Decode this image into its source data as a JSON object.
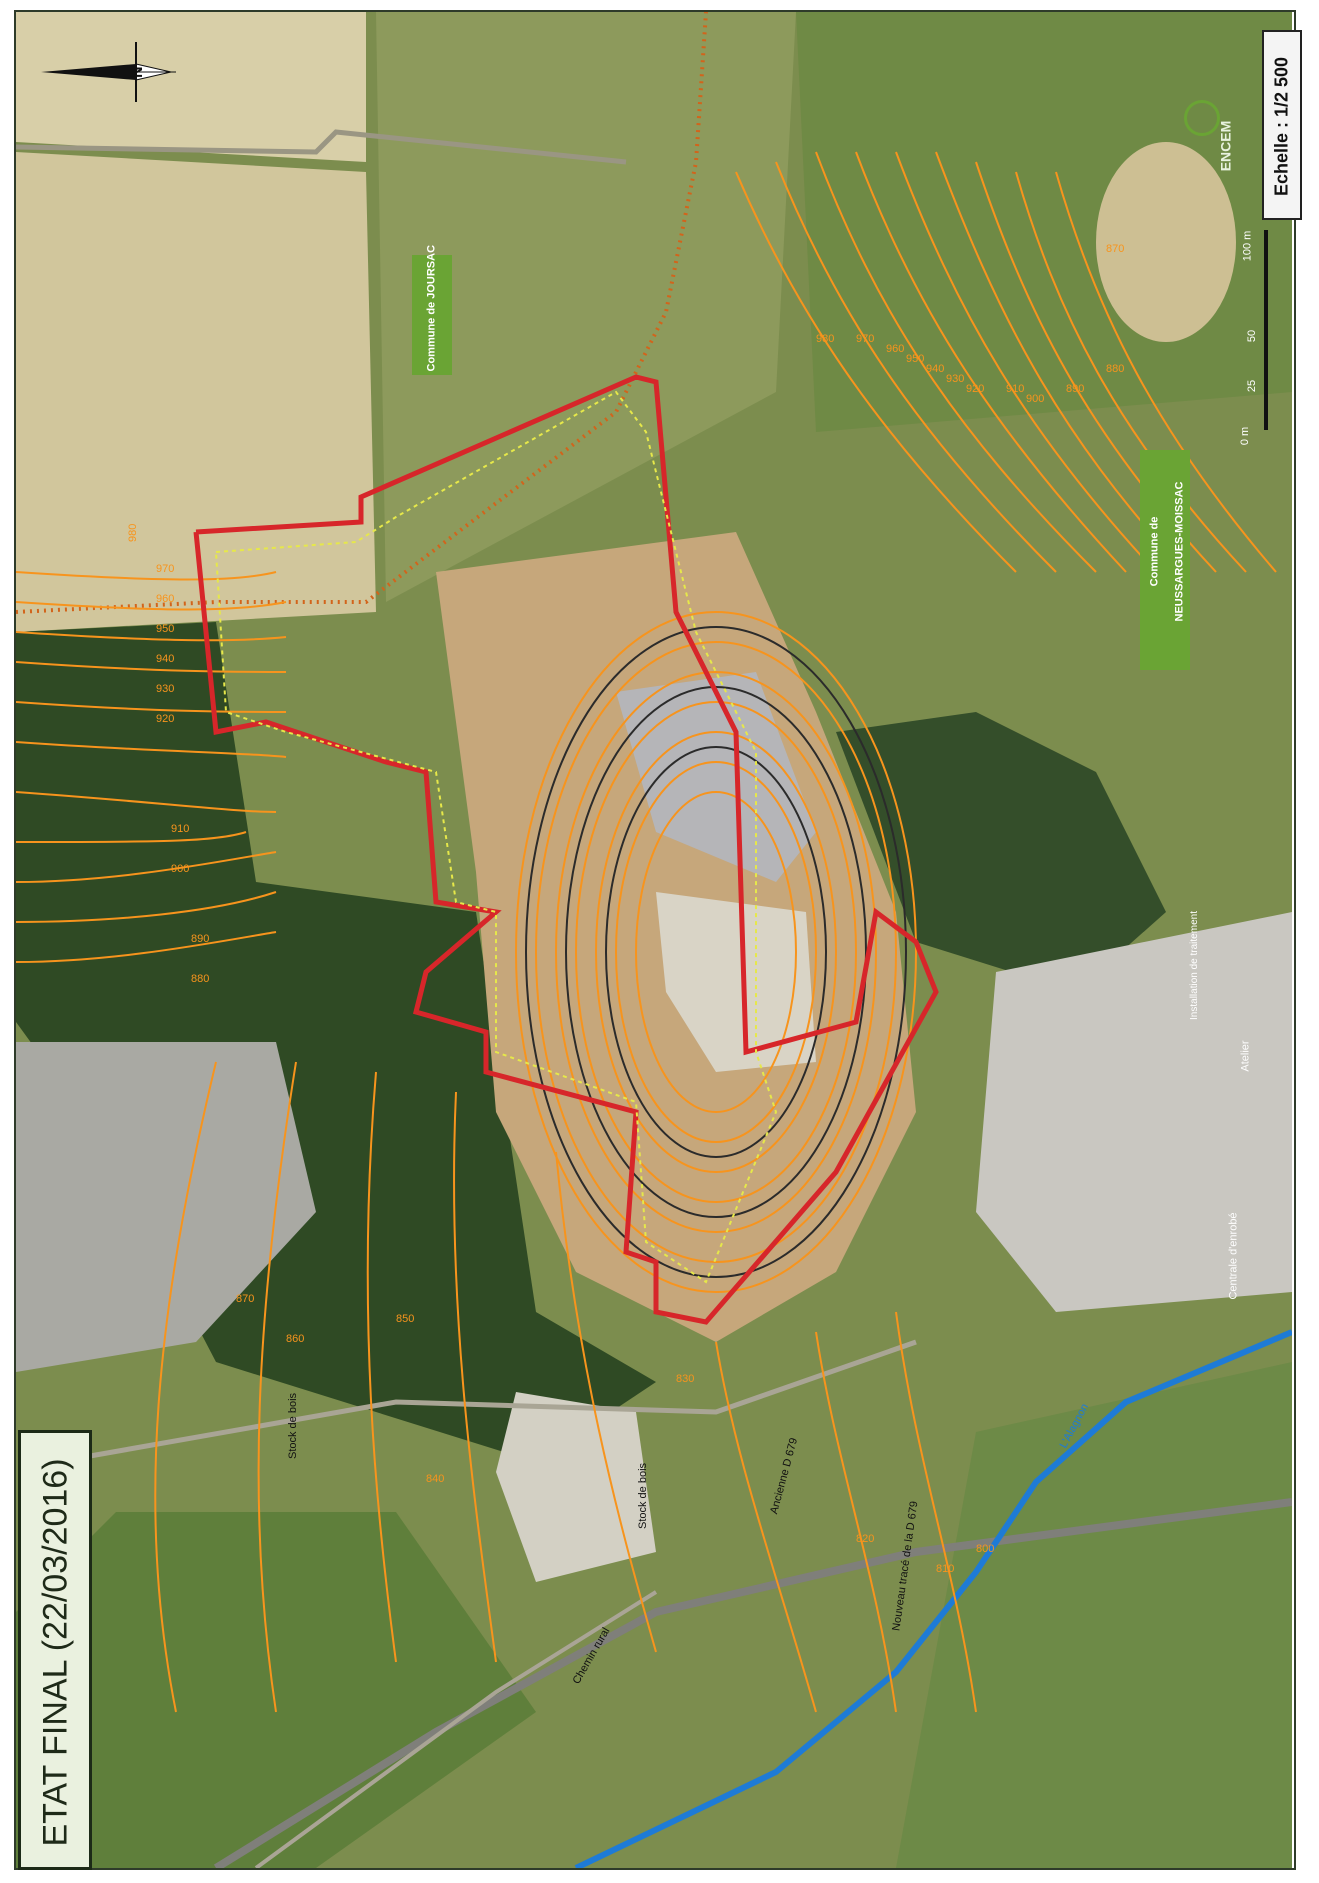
{
  "title": "ETAT FINAL (22/03/2016)",
  "scale": {
    "label": "Echelle : 1/2 500",
    "ticks": [
      "0 m",
      "25",
      "50",
      "100 m"
    ]
  },
  "logo_text": "ENCEM",
  "north": "N",
  "communes": {
    "joursac": "Commune de JOURSAC",
    "neussargues_line1": "Commune de",
    "neussargues_line2": "NEUSSARGUES-MOISSAC"
  },
  "labels": {
    "stock_bois_1": "Stock de bois",
    "stock_bois_2": "Stock de bois",
    "ancienne_d679": "Ancienne D 679",
    "nouveau_trace": "Nouveau tracé de la D 679",
    "chemin_rural": "Chemin rural",
    "installation": "Installation de traitement",
    "atelier": "Atelier",
    "centrale": "Centrale d'enrobé",
    "river": "L'Alagnon"
  },
  "contours_left": [
    "980",
    "970",
    "960",
    "950",
    "940",
    "930",
    "920",
    "910",
    "900",
    "890",
    "880"
  ],
  "contours_right": [
    "980",
    "970",
    "960",
    "950",
    "940",
    "930",
    "920",
    "910",
    "900",
    "890",
    "880",
    "870"
  ],
  "contours_bottom": [
    "870",
    "860",
    "850",
    "840",
    "830",
    "820",
    "810",
    "800"
  ],
  "colors": {
    "perimeter": "#d7262a",
    "contours": "#f7941d",
    "river": "#1e7bd6",
    "forest": "#2f4a24",
    "field": "#cdbf93"
  }
}
